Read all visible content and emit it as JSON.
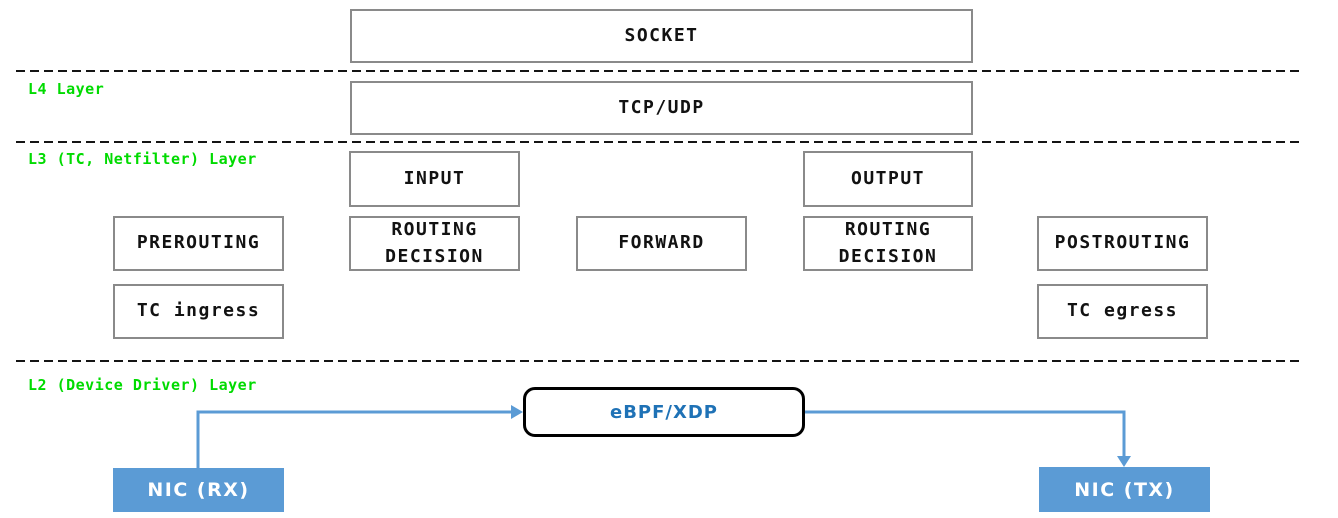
{
  "diagram": {
    "layer_labels": {
      "l4": "L4 Layer",
      "l3": "L3 (TC, Netfilter) Layer",
      "l2": "L2 (Device Driver) Layer"
    },
    "nodes": {
      "socket": "SOCKET",
      "tcp_udp": "TCP/UDP",
      "input": "INPUT",
      "output": "OUTPUT",
      "prerouting": "PREROUTING",
      "routing_decision_left": "ROUTING DECISION",
      "forward": "FORWARD",
      "routing_decision_right": "ROUTING DECISION",
      "postrouting": "POSTROUTING",
      "tc_ingress": "TC ingress",
      "tc_egress": "TC egress",
      "ebpf_xdp": "eBPF/XDP",
      "nic_rx": "NIC (RX)",
      "nic_tx": "NIC (TX)"
    },
    "flows": [
      {
        "from": "NIC (RX)",
        "to": "eBPF/XDP"
      },
      {
        "from": "eBPF/XDP",
        "to": "NIC (TX)"
      }
    ],
    "colors": {
      "layer_label_green": "#00DB00",
      "nic_fill_blue": "#5B9BD5",
      "arrow_blue": "#5B9BD5",
      "ebpf_text_blue": "#1F72B6",
      "ebpf_border_black": "#000000",
      "node_border_gray": "#8A8A8A",
      "dashed_line_black": "#141414"
    }
  }
}
